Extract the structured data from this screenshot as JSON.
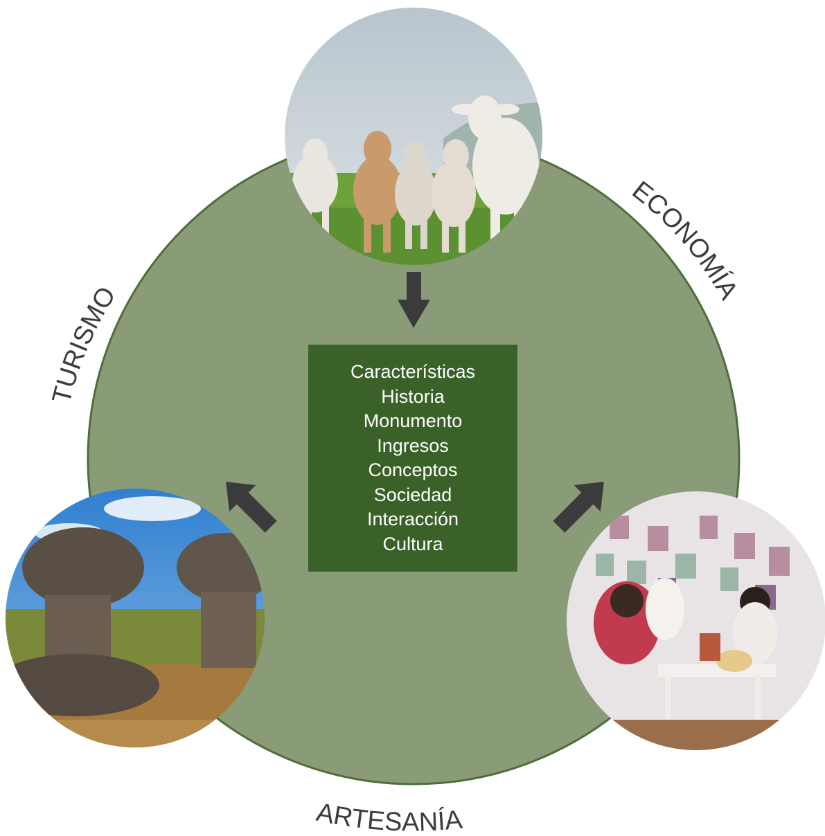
{
  "diagram": {
    "central_concepts": [
      "Características",
      "Historia",
      "Monumento",
      "Ingresos",
      "Conceptos",
      "Sociedad",
      "Interacción",
      "Cultura"
    ],
    "labels": {
      "economy": "ECONOMÍA",
      "tourism": "TURISMO",
      "crafts": "ARTESANÍA"
    },
    "photos": {
      "top": "cattle-herd-photo",
      "left": "rock-formations-photo",
      "right": "handicraft-shop-photo"
    },
    "colors": {
      "main_circle": "#8a9b78",
      "main_circle_border": "#4f6d3a",
      "center_box": "#3a6128",
      "arrows": "#3b3b3b",
      "label_text": "#3c3c3c"
    }
  }
}
